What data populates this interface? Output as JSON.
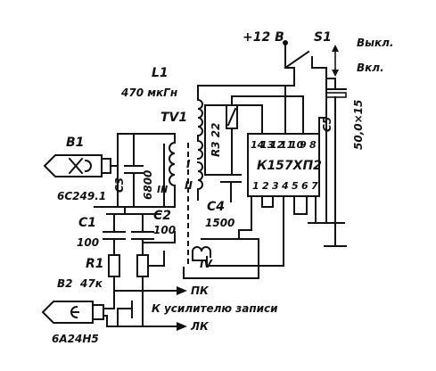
{
  "power": {
    "supply": "+12 В"
  },
  "switch": {
    "name": "S1",
    "off": "Выкл.",
    "on": "Вкл."
  },
  "inductor": {
    "name": "L1",
    "value": "470 мкГн"
  },
  "transformer": {
    "name": "TV1",
    "w1": "I",
    "w2": "II",
    "w3": "III",
    "w4": "IV"
  },
  "heads": {
    "b1": {
      "name": "B1",
      "type": "6С249.1"
    },
    "b2": {
      "name": "B2",
      "type": "6А24Н5"
    }
  },
  "capacitors": {
    "c1": {
      "name": "C1",
      "value": "100"
    },
    "c2": {
      "name": "C2",
      "value": "100"
    },
    "c3": {
      "name": "C3",
      "value": "6800"
    },
    "c4": {
      "name": "C4",
      "value": "1500"
    },
    "c5": {
      "name": "C5",
      "value": "50,0×15"
    }
  },
  "resistors": {
    "r1": {
      "name": "R1",
      "value": "47к"
    },
    "r3": {
      "name": "R3",
      "value": "22"
    }
  },
  "ic": {
    "name": "К157ХП2",
    "pins_top": [
      "14",
      "13",
      "12",
      "11",
      "10",
      "9",
      "8"
    ],
    "pins_bottom": [
      "1",
      "2",
      "3",
      "4",
      "5",
      "6",
      "7"
    ]
  },
  "outputs": {
    "pk": "ПК",
    "lk": "ЛК",
    "amp": "К усилителю записи"
  }
}
